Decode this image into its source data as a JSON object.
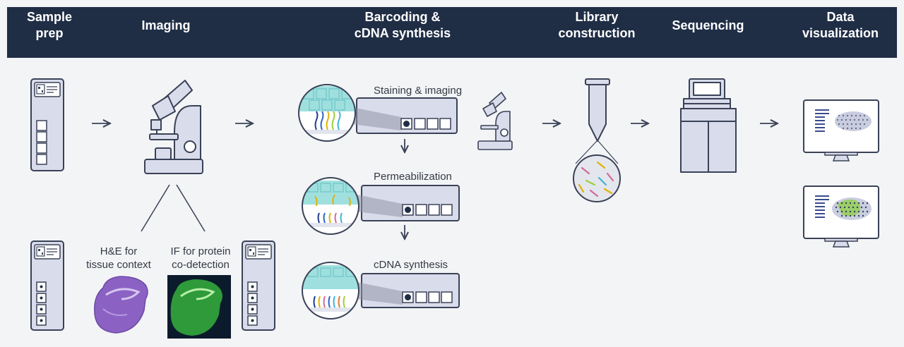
{
  "header": {
    "steps": [
      {
        "label": "Sample\nprep"
      },
      {
        "label": "Imaging"
      },
      {
        "label": "Barcoding &\ncDNA synthesis"
      },
      {
        "label": "Library\nconstruction"
      },
      {
        "label": "Sequencing"
      },
      {
        "label": "Data\nvisualization"
      }
    ]
  },
  "imaging": {
    "he_label": "H&E for\ntissue context",
    "if_label": "IF for protein\nco-detection"
  },
  "barcoding": {
    "staining_label": "Staining & imaging",
    "permeabilization_label": "Permeabilization",
    "cdna_label": "cDNA synthesis"
  },
  "colors": {
    "header_bg": "#1f2d45",
    "outline": "#3a4257",
    "slide_fill": "#d9dceb",
    "tissue_teal": "#9fe0df",
    "he_purple": "#8b62c4",
    "if_green": "#2e9a3a",
    "cluster_green": "#9ccf6a"
  },
  "icons": {
    "flow_arrow": "arrow-right-icon",
    "down_arrow": "arrow-down-icon",
    "microscope": "microscope-icon",
    "tube": "test-tube-icon",
    "sequencer": "sequencer-icon",
    "monitor": "monitor-icon"
  }
}
